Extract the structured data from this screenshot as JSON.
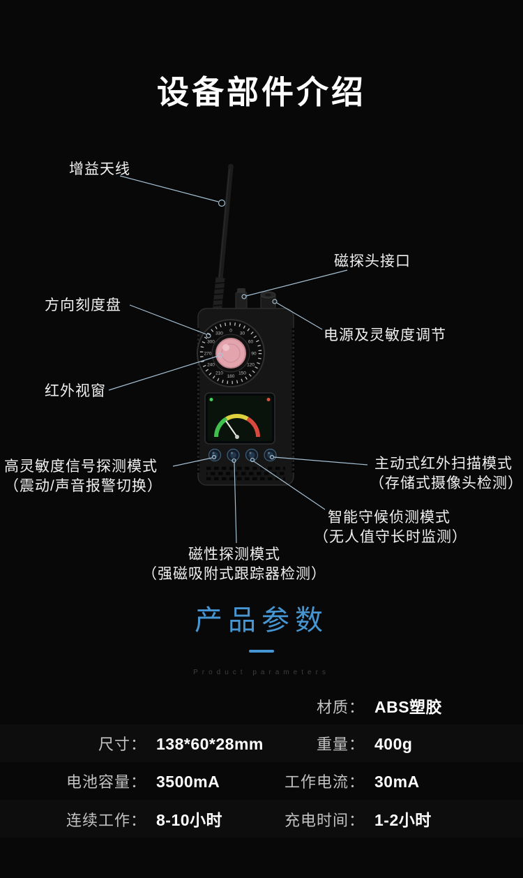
{
  "theme": {
    "background": "#080808",
    "accent_blue": "#4596d2",
    "callout_line_color": "#adcade",
    "ir_window_pink": "#e3a4ae"
  },
  "header": {
    "title": "设备部件介绍"
  },
  "device": {
    "dial_scale": [
      "0",
      "30",
      "60",
      "90",
      "120",
      "150",
      "180",
      "210",
      "240",
      "270",
      "300",
      "330"
    ]
  },
  "callouts": {
    "antenna": {
      "label": "增益天线"
    },
    "probe_port": {
      "label": "磁探头接口"
    },
    "dial": {
      "label": "方向刻度盘"
    },
    "power": {
      "label": "电源及灵敏度调节"
    },
    "ir_window": {
      "label": "红外视窗"
    },
    "signal_mode": {
      "line1": "高灵敏度信号探测模式",
      "line2": "（震动/声音报警切换）"
    },
    "ir_scan_mode": {
      "line1": "主动式红外扫描模式",
      "line2": "（存储式摄像头检测）"
    },
    "standby_mode": {
      "line1": "智能守候侦测模式",
      "line2": "（无人值守长时监测）"
    },
    "magnetic_mode": {
      "line1": "磁性探测模式",
      "line2": "（强磁吸附式跟踪器检测）"
    }
  },
  "params": {
    "title": "产品参数",
    "subtitle": "Product parameters"
  },
  "specs": {
    "rows": [
      {
        "right": {
          "label": "材质：",
          "value": "ABS塑胶"
        }
      },
      {
        "left": {
          "label": "尺寸：",
          "value": "138*60*28mm"
        },
        "right": {
          "label": "重量：",
          "value": "400g"
        }
      },
      {
        "left": {
          "label": "电池容量：",
          "value": "3500mA"
        },
        "right": {
          "label": "工作电流：",
          "value": "30mA"
        }
      },
      {
        "left": {
          "label": "连续工作：",
          "value": "8-10小时"
        },
        "right": {
          "label": "充电时间：",
          "value": "1-2小时"
        }
      }
    ]
  }
}
